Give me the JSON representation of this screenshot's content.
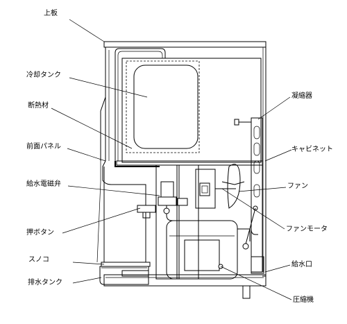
{
  "labels": {
    "top_plate": "上板",
    "cooling_tank": "冷却タンク",
    "insulation": "断熱材",
    "front_panel": "前面パネル",
    "water_valve": "給水電磁弁",
    "push_button": "押ボタン",
    "drain_board": "スノコ",
    "drain_tank": "排水タンク",
    "condenser": "凝縮器",
    "cabinet": "キャビネット",
    "fan": "ファン",
    "fan_motor": "ファンモータ",
    "water_inlet": "給水口",
    "compressor": "圧縮機"
  }
}
